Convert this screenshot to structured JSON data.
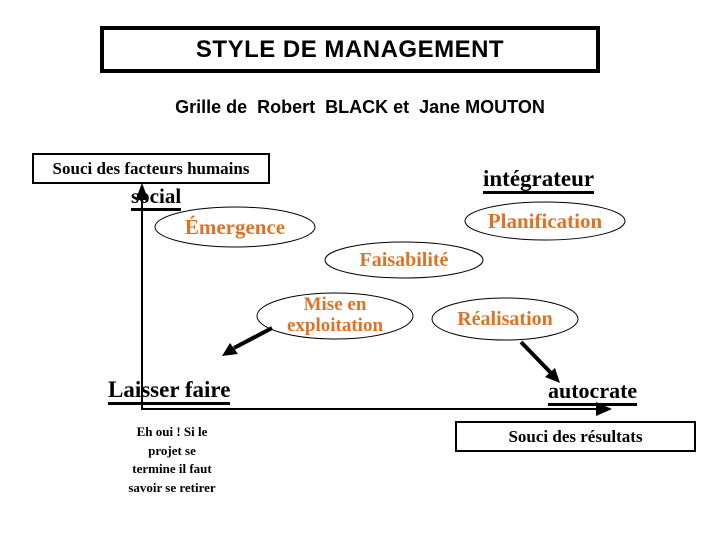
{
  "slide": {
    "title": "STYLE DE MANAGEMENT",
    "subtitle": "Grille de  Robert  BLACK et  Jane MOUTON",
    "y_axis_label": "Souci des facteurs humains",
    "x_axis_label": "Souci des résultats",
    "corner_labels": {
      "top_left": "social",
      "top_right": "intégrateur",
      "bottom_left": "Laisser faire",
      "bottom_right": "autocrate"
    },
    "ellipses": {
      "emergence": "Émergence",
      "planification": "Planification",
      "faisabilite": "Faisabilité",
      "mise_en_exploitation": "Mise en\nexploitation",
      "realisation": "Réalisation"
    },
    "note": "Eh oui ! Si le\nprojet se\ntermine il faut\nsavoir se retirer",
    "colors": {
      "accent_orange": "#DC7226",
      "text": "#000000",
      "background": "#FFFFFF"
    }
  }
}
